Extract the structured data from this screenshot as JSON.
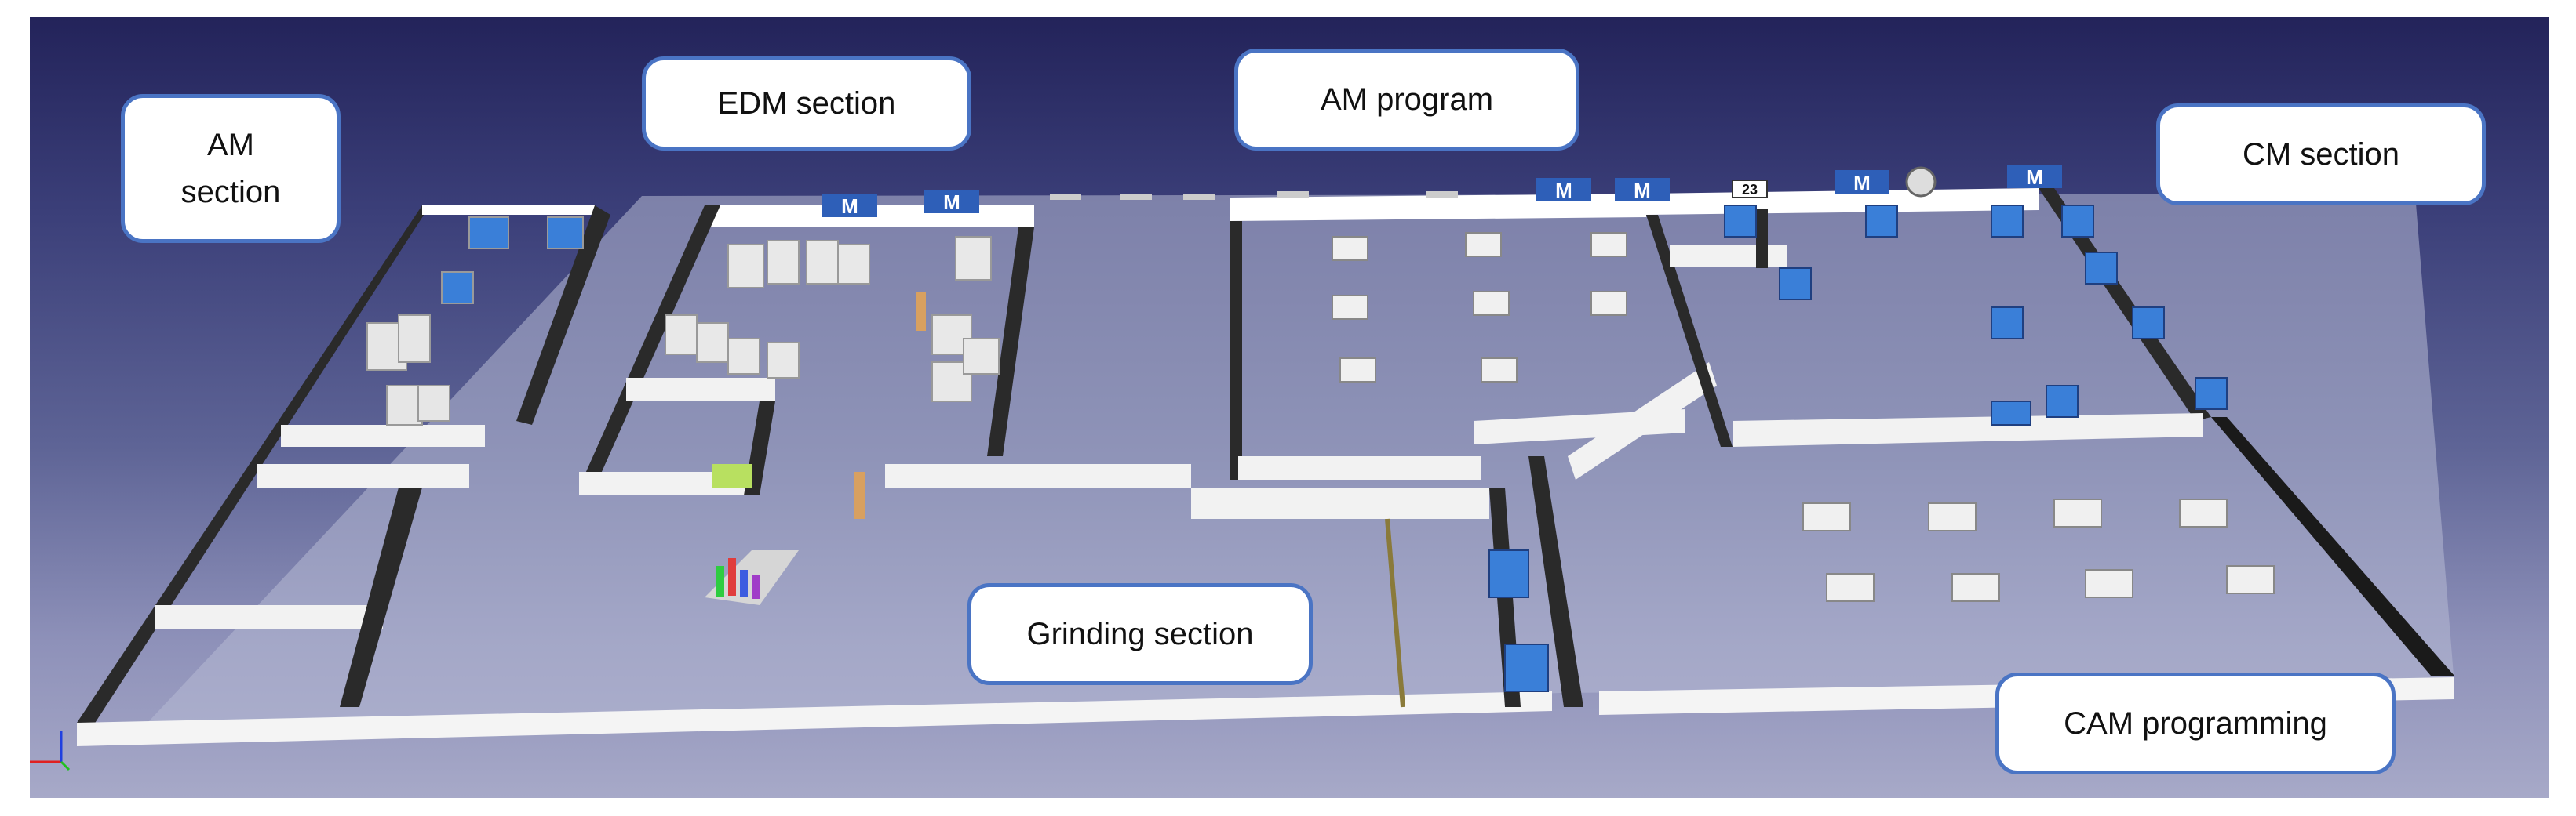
{
  "callouts": {
    "am_section": "AM\nsection",
    "edm_section": "EDM section",
    "am_program": "AM program",
    "cm_section": "CM section",
    "grinding_section": "Grinding section",
    "cam_programming": "CAM programming"
  },
  "wall_signs": {
    "machine_badge": "M",
    "counter": "23"
  },
  "colors": {
    "callout_border": "#4a74c4",
    "floor": "#b8bbd6",
    "wall_top": "#ffffff",
    "wall_side": "#1a1a1a",
    "machine_blue": "#3a7fd8",
    "sign_blue": "#2e5fb8"
  },
  "icons": {
    "axis_gizmo": "xyz-axis-icon",
    "clock": "clock-icon"
  }
}
